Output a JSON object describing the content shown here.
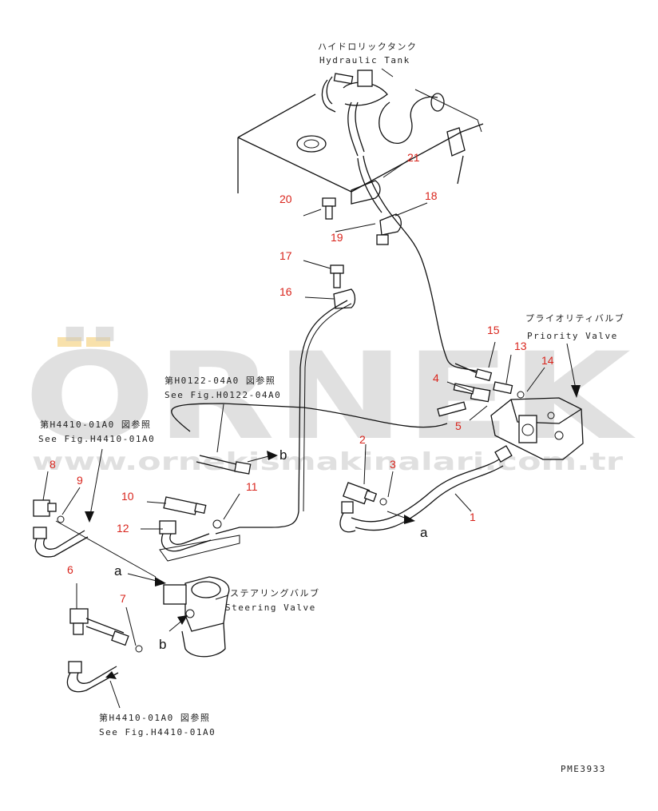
{
  "watermark": {
    "logo": "ÖRNEK",
    "url": "www.ornekismakinalari.com.tr",
    "color": "#c8c8c8",
    "accent": "#f5d488"
  },
  "labels": {
    "hydraulic_tank_jp": "ハイドロリックタンク",
    "hydraulic_tank_en": "Hydraulic Tank",
    "priority_valve_jp": "プライオリティバルブ",
    "priority_valve_en": "Priority Valve",
    "steering_valve_jp": "ステアリングバルブ",
    "steering_valve_en": "Steering Valve",
    "ref_h0122_jp": "第H0122-04A0 図参照",
    "ref_h0122_en": "See Fig.H0122-04A0",
    "ref_h4410_top_jp": "第H4410-01A0 図参照",
    "ref_h4410_top_en": "See Fig.H4410-01A0",
    "ref_h4410_bottom_jp": "第H4410-01A0 図参照",
    "ref_h4410_bottom_en": "See Fig.H4410-01A0",
    "figure_code": "PME3933"
  },
  "part_numbers": {
    "p1": "1",
    "p2": "2",
    "p3": "3",
    "p4": "4",
    "p5": "5",
    "p6": "6",
    "p7": "7",
    "p8": "8",
    "p9": "9",
    "p10": "10",
    "p11": "11",
    "p12": "12",
    "p13": "13",
    "p14": "14",
    "p15": "15",
    "p16": "16",
    "p17": "17",
    "p18": "18",
    "p19": "19",
    "p20": "20",
    "p21": "21"
  },
  "connection_letters": {
    "a_top": "a",
    "a_left": "a",
    "b_top": "b",
    "b_bottom": "b"
  },
  "colors": {
    "line": "#111111",
    "part_number": "#d9251d"
  }
}
